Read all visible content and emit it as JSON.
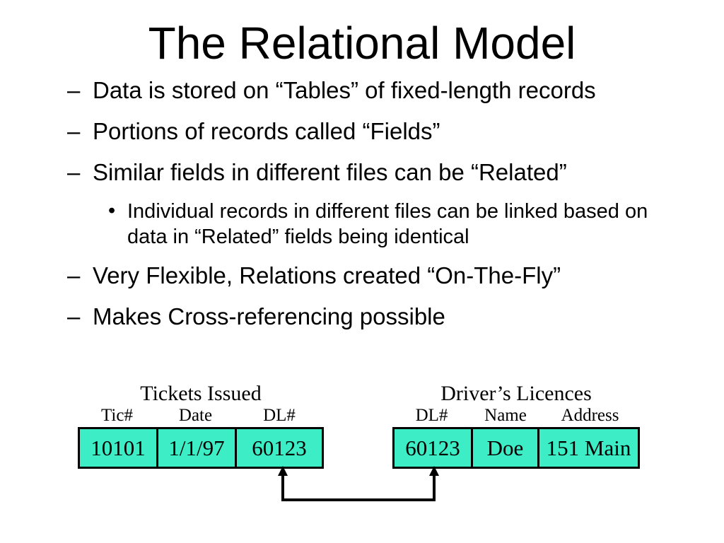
{
  "slide_title": "The Relational Model",
  "bullets": {
    "marker_dash": "–",
    "marker_dot": "•",
    "items": [
      {
        "text": "Data is stored on “Tables” of fixed-length records"
      },
      {
        "text": "Portions of records called “Fields”"
      },
      {
        "text": "Similar fields in different files can be “Related”"
      },
      {
        "text": "Individual records in different files can be linked based on data in “Related” fields being identical"
      },
      {
        "text": "Very Flexible, Relations created “On-The-Fly”"
      },
      {
        "text": "Makes Cross-referencing possible"
      }
    ]
  },
  "tables": {
    "tickets": {
      "title": "Tickets Issued",
      "headers": [
        "Tic#",
        "Date",
        "DL#"
      ],
      "row": [
        "10101",
        "1/1/97",
        "60123"
      ]
    },
    "licences": {
      "title": "Driver’s Licences",
      "headers": [
        "DL#",
        "Name",
        "Address"
      ],
      "row": [
        "60123",
        "Doe",
        "151 Main"
      ]
    }
  },
  "colors": {
    "cell_fill": "#3CEDC6",
    "line": "#000000",
    "text": "#000000",
    "background": "#FFFFFF"
  }
}
